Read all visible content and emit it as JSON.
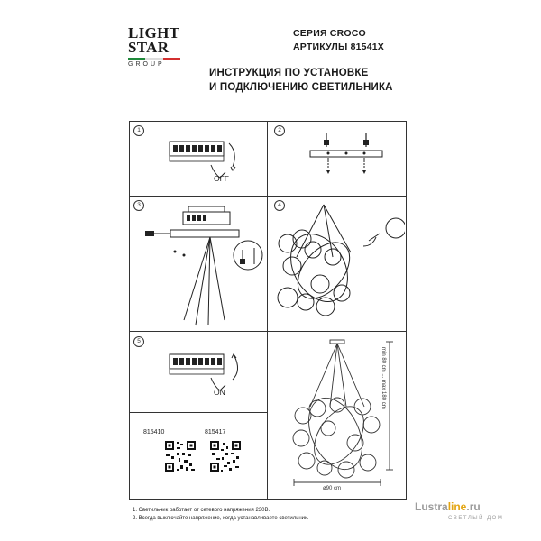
{
  "logo": {
    "line1": "LIGHT",
    "line2": "STAR",
    "sub": "GROUP"
  },
  "header": {
    "series": "СЕРИЯ CROCO",
    "articles": "АРТИКУЛЫ 81541X",
    "title_line1": "ИНСТРУКЦИЯ ПО УСТАНОВКЕ",
    "title_line2": "И ПОДКЛЮЧЕНИЮ СВЕТИЛЬНИКА"
  },
  "steps": [
    "1",
    "2",
    "3",
    "4",
    "5"
  ],
  "labels": {
    "off": "OFF",
    "on": "ON"
  },
  "dimensions": {
    "height": "min 80 cm ... max 180 cm",
    "diameter": "ø90 cm"
  },
  "skus": [
    "815410",
    "815417"
  ],
  "notes": [
    "1. Светильник работает от сетевого напряжения 230В.",
    "2. Всегда выключайте напряжение, когда устанавливаете светильник."
  ],
  "watermark": {
    "brand_a": "Lustra",
    "brand_b": "line",
    "brand_c": ".ru",
    "sub": "СВЕТЛЫЙ ДОМ"
  },
  "colors": {
    "flag_green": "#1f8a3b",
    "flag_white": "#ffffff",
    "flag_red": "#d32f2f",
    "accent": "#e3a512"
  }
}
